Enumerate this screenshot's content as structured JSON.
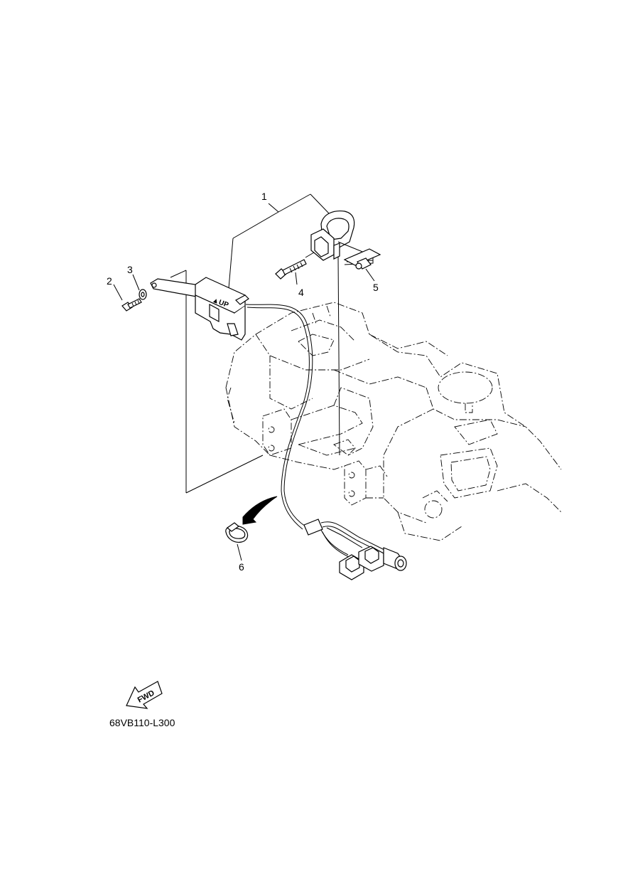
{
  "diagram": {
    "reference_code": "68VB110-L300",
    "fwd_label": "FWD",
    "up_label": "▲UP",
    "callouts": [
      {
        "id": "1",
        "label": "1"
      },
      {
        "id": "2",
        "label": "2"
      },
      {
        "id": "3",
        "label": "3"
      },
      {
        "id": "4",
        "label": "4"
      },
      {
        "id": "5",
        "label": "5"
      },
      {
        "id": "6",
        "label": "6"
      }
    ]
  }
}
